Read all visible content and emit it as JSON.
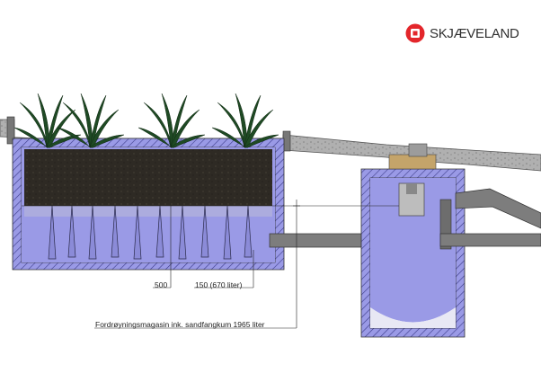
{
  "brand": {
    "name": "SKJÆVELAND",
    "color": "#e3262b"
  },
  "labels": {
    "dim_500": "500",
    "dim_150": "150 (670 liter)",
    "magazine": "Fordrøyningsmagasin ink. sandfangkum 1965 liter"
  },
  "colors": {
    "water": "#9a9ae6",
    "soil": "#2e2a24",
    "concrete": "#a9a9a9",
    "pipe": "#7d7d7d",
    "plant": "#1f4a24"
  }
}
